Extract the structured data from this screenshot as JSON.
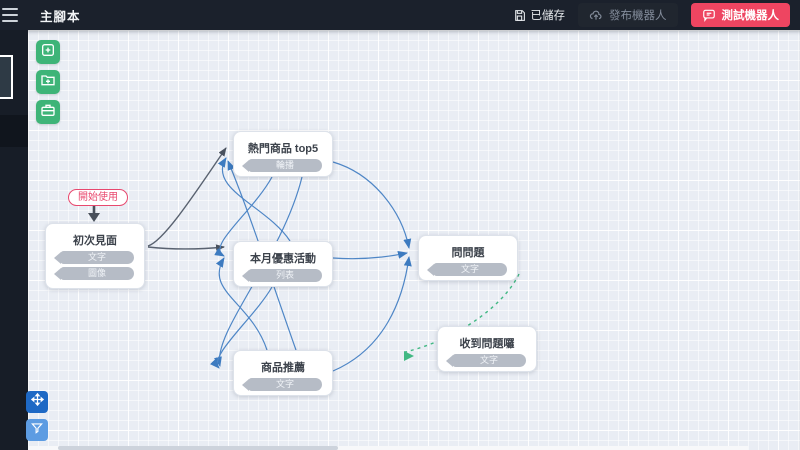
{
  "topbar": {
    "title": "主腳本",
    "save_status": "已儲存",
    "publish_button": "發布機器人",
    "test_button": "測試機器人"
  },
  "flow": {
    "start_badge": "開始使用",
    "nodes": [
      {
        "title": "初次見面",
        "tags": [
          "文字",
          "圖像"
        ]
      },
      {
        "title": "熱門商品 top5",
        "tags": [
          "輪播"
        ]
      },
      {
        "title": "本月優惠活動",
        "tags": [
          "列表"
        ]
      },
      {
        "title": "商品推薦",
        "tags": [
          "文字"
        ]
      },
      {
        "title": "問問題",
        "tags": [
          "文字"
        ]
      },
      {
        "title": "收到問題囉",
        "tags": [
          "文字"
        ]
      }
    ]
  },
  "icons": {
    "topbar": [
      "hamburger-icon",
      "save-icon",
      "cloud-upload-icon",
      "chat-bubble-icon"
    ],
    "canvas_toolbar": [
      "square-plus-icon",
      "folder-plus-icon",
      "briefcase-icon"
    ],
    "bottom_toolbar": [
      "pan-move-icon",
      "filter-funnel-icon"
    ]
  },
  "colors": {
    "topbar_bg": "#1b212c",
    "sidebar_bg": "#171d27",
    "canvas_bg": "#e9edf4",
    "test_button_red": "#ee4561",
    "toolbar_green": "#3eb478",
    "pan_button_blue": "#1e69c5",
    "filter_button_blue": "#5d9ce2",
    "grey_edge": "#596270",
    "blue_edge": "#4e86c6",
    "green_edge": "#41b883",
    "badge_pink": "#e8486e",
    "tag_grey": "#b6bcc6"
  }
}
